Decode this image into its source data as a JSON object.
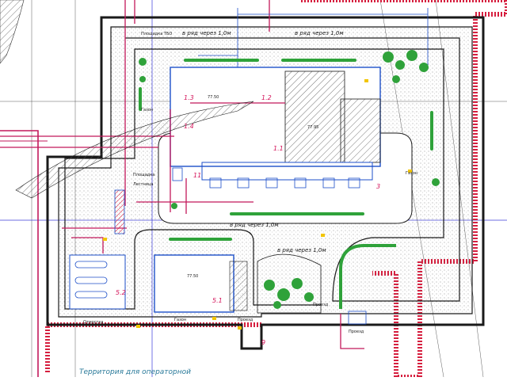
{
  "plan": {
    "setback_labels": [
      "в ряд через 1,0м",
      "в ряд через 1,0м",
      "в ряд через 1,0м",
      "в ряд через 1,0м"
    ],
    "room_labels": [
      "1.3",
      "1.2",
      "1.4",
      "1.1",
      "5.2",
      "5.1",
      "11",
      "3",
      "9"
    ],
    "elevations": [
      "77.50",
      "77.95",
      "77.50"
    ],
    "plot_small_labels": [
      "Площадка ТБО",
      "Газон",
      "Площадка",
      "Лестница",
      "Отмостка",
      "Газон",
      "Проезд",
      "Проезд",
      "Проезд",
      "Газон"
    ],
    "bottom_note": "Территория для операторной"
  },
  "colors": {
    "building_outline": "#1d4fc9",
    "boundary_red": "#d61f3f",
    "hatching": "#b53a3a",
    "greenery": "#2fa23a",
    "pipe_magenta": "#c2185b"
  }
}
